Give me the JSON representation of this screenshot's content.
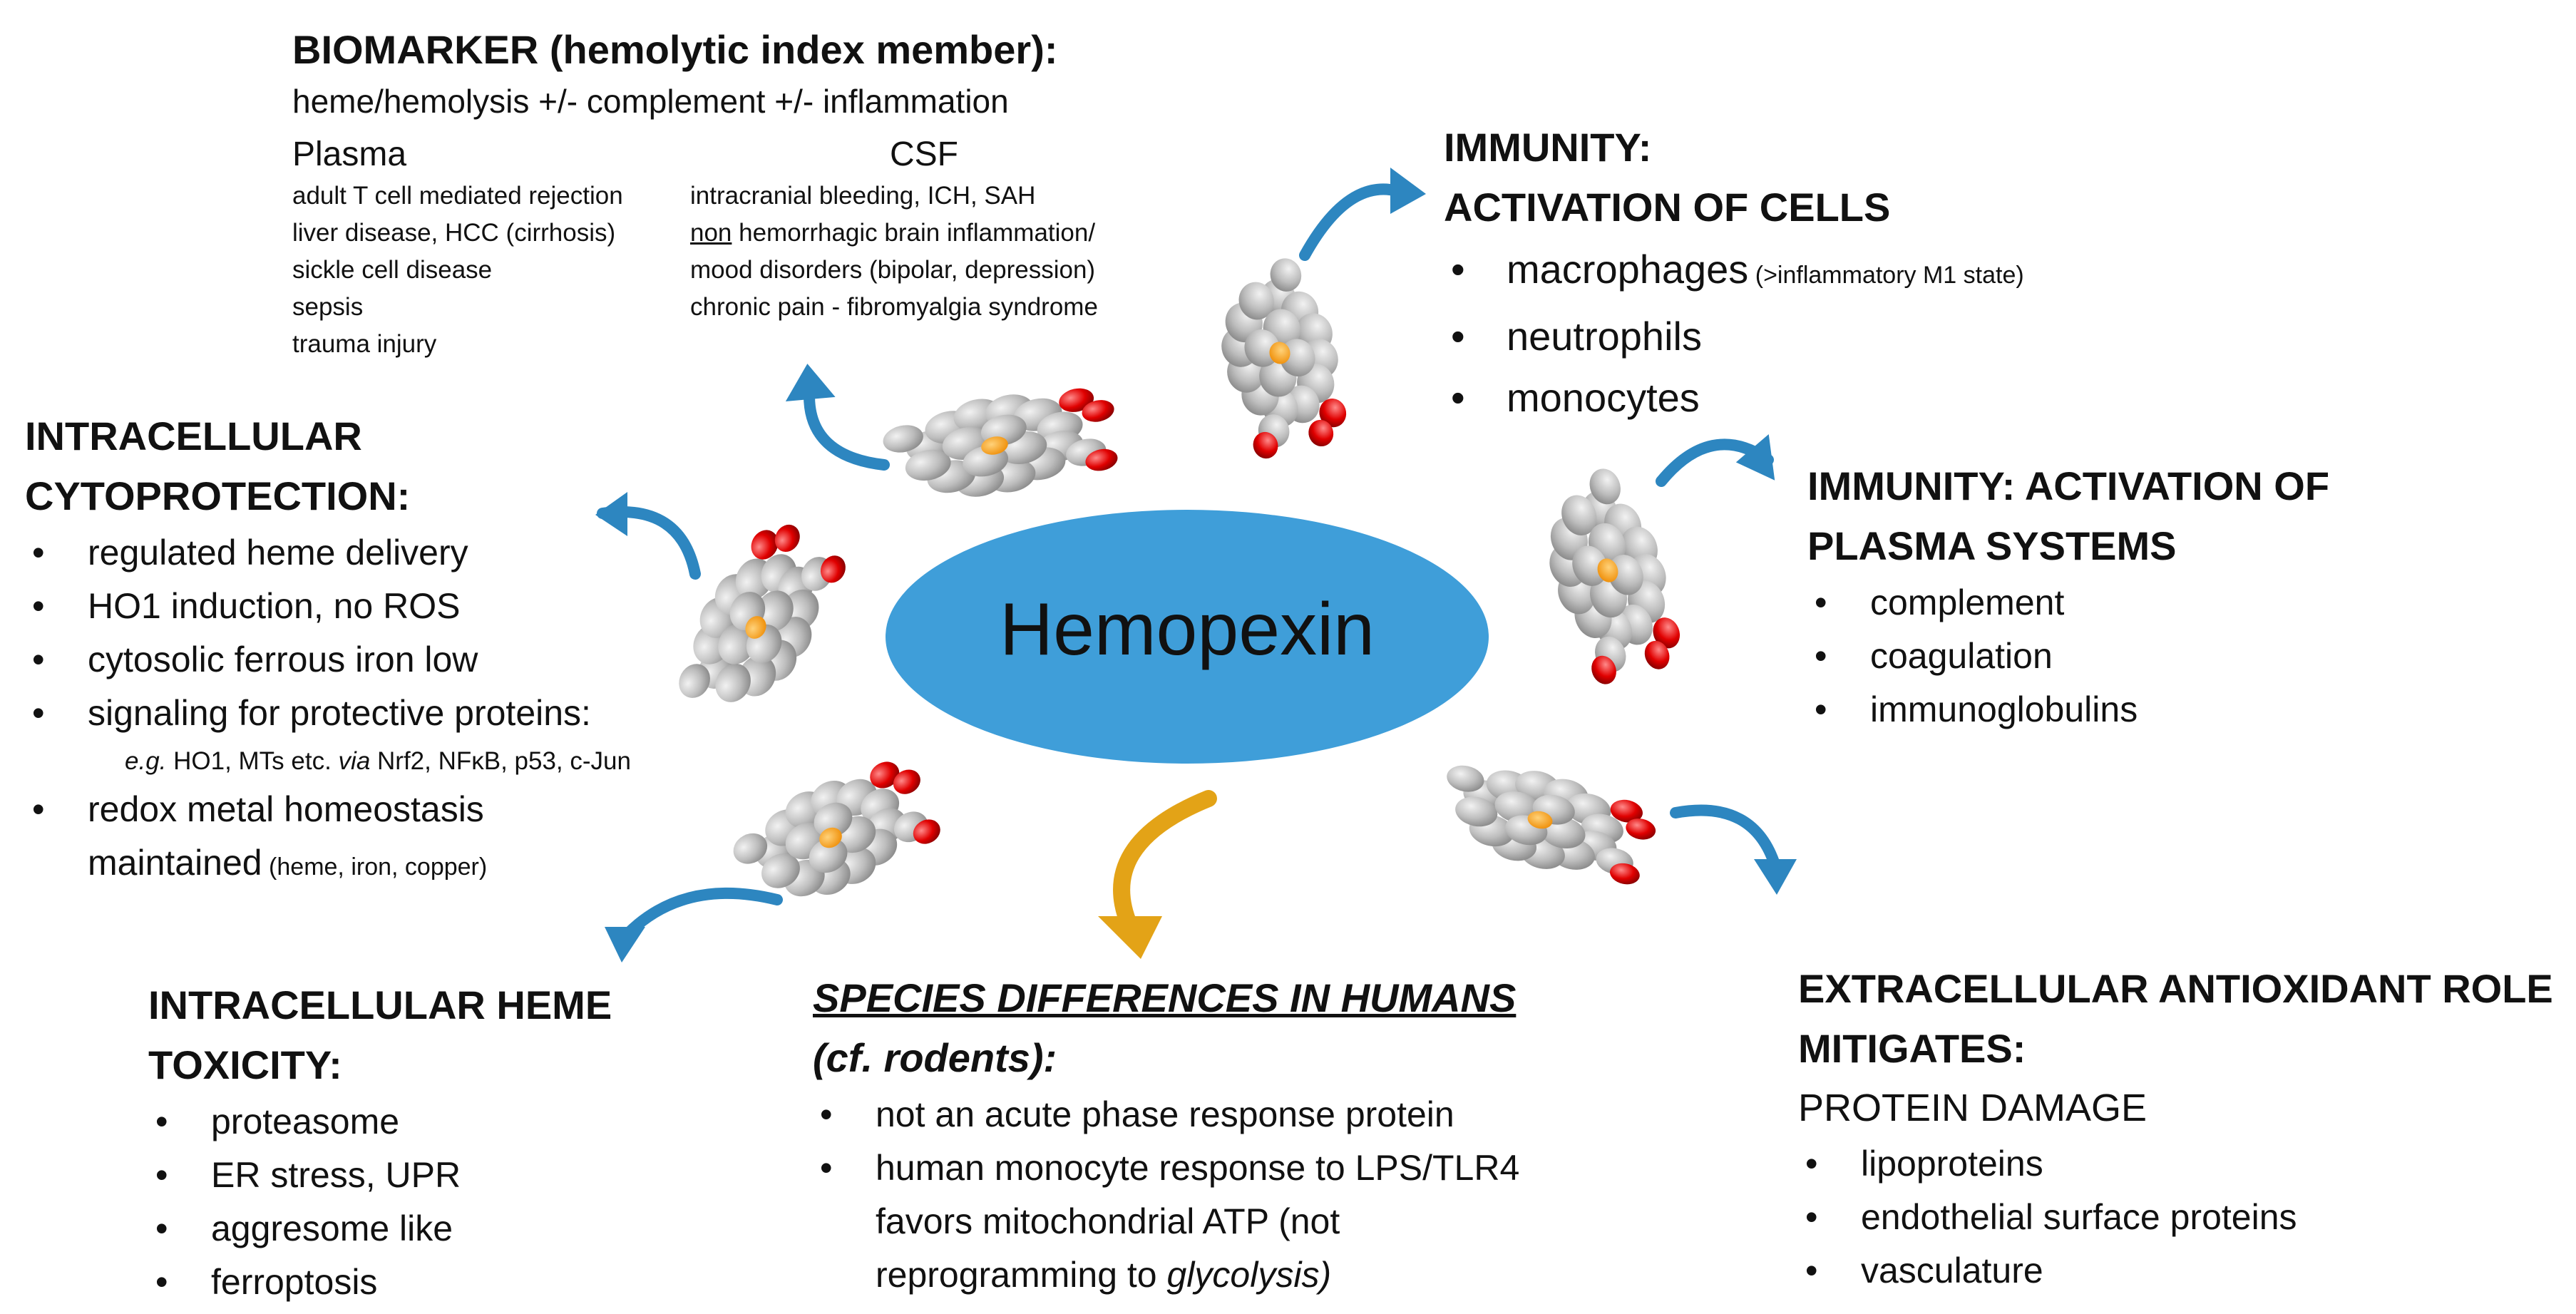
{
  "center": {
    "label": "Hemopexin",
    "fill": "#3f9ed9"
  },
  "colors": {
    "arrow_blue": "#2d86c0",
    "arrow_gold": "#e3a317",
    "heme_gray": "#b9b9b9",
    "heme_red": "#e00000",
    "heme_iron": "#f29200"
  },
  "biomarker": {
    "title": "BIOMARKER (hemolytic index member):",
    "subtitle": "heme/hemolysis +/- complement +/- inflammation",
    "plasma": {
      "heading": "Plasma",
      "items": [
        "adult T cell mediated rejection",
        "liver disease, HCC (cirrhosis)",
        "sickle cell disease",
        "sepsis",
        "trauma injury"
      ]
    },
    "csf": {
      "heading": "CSF",
      "item1": "intracranial bleeding, ICH, SAH",
      "item2_underlined": "non",
      "item2_rest": " hemorrhagic brain inflammation/",
      "item3": "mood disorders (bipolar, depression)",
      "item4": "chronic pain - fibromyalgia syndrome"
    }
  },
  "immunity_cells": {
    "title_line1": "IMMUNITY:",
    "title_line2": "ACTIVATION OF CELLS",
    "item1": "macrophages",
    "item1_note": " (>inflammatory M1 state)",
    "item2": "neutrophils",
    "item3": "monocytes"
  },
  "immunity_plasma": {
    "title_line1": "IMMUNITY: ACTIVATION OF",
    "title_line2": "PLASMA SYSTEMS",
    "items": [
      "complement",
      "coagulation",
      "immunoglobulins"
    ]
  },
  "cytoprotection": {
    "title_line1": "INTRACELLULAR",
    "title_line2": "CYTOPROTECTION:",
    "items": [
      "regulated heme delivery",
      "HO1 induction, no ROS",
      "cytosolic ferrous iron low",
      "signaling for protective proteins:"
    ],
    "note_eg": "e.g.",
    "note_mid": " HO1, MTs etc. ",
    "note_via": "via",
    "note_rest": " Nrf2, NFκB, p53, c-Jun",
    "item5_line1": "redox metal homeostasis",
    "item5_line2": "maintained",
    "item5_note": " (heme, iron, copper)"
  },
  "heme_toxicity": {
    "title_line1": "INTRACELLULAR HEME",
    "title_line2": "TOXICITY:",
    "items": [
      "proteasome",
      "ER stress, UPR",
      "aggresome like",
      "ferroptosis"
    ]
  },
  "species": {
    "title_line1": "SPECIES DIFFERENCES IN HUMANS",
    "title_line2": "(cf. rodents):",
    "item1": "not an acute phase response protein",
    "item2_line1": "human monocyte response to LPS/TLR4",
    "item2_line2": "favors mitochondrial ATP (not",
    "item2_line3a": "reprogramming to ",
    "item2_line3b": "glycolysis)"
  },
  "antioxidant": {
    "title_line1": "EXTRACELLULAR ANTIOXIDANT ROLE",
    "title_line2": "MITIGATES:",
    "subtitle": "PROTEIN DAMAGE",
    "items": [
      "lipoproteins",
      "endothelial surface proteins",
      "vasculature"
    ]
  }
}
